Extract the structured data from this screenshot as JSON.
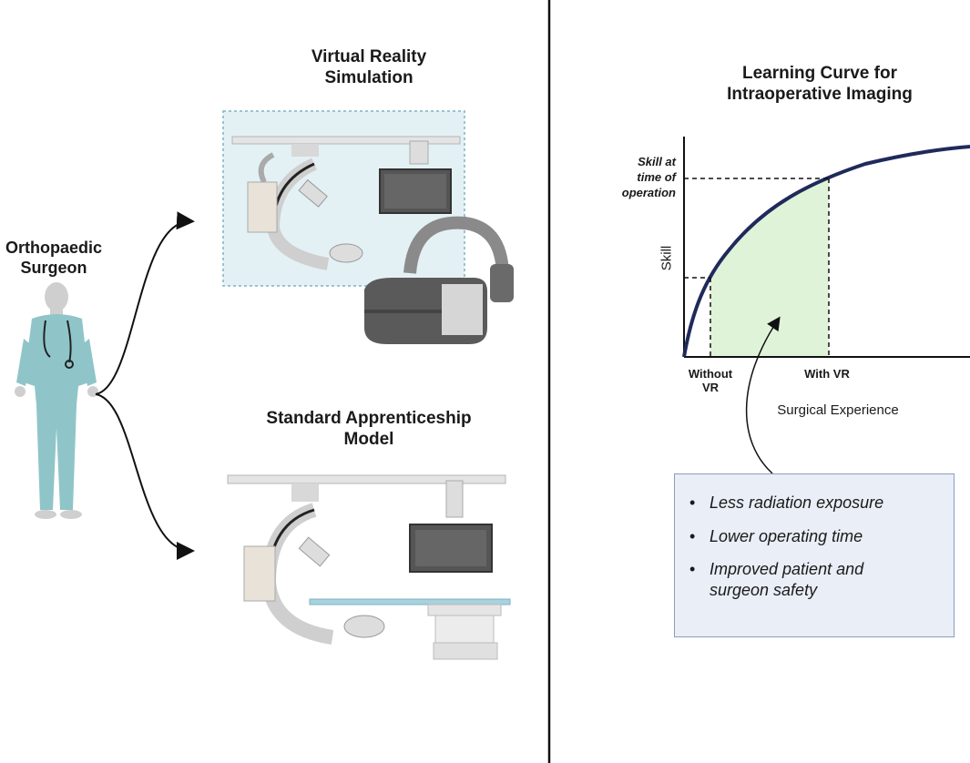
{
  "left_panel": {
    "surgeon_label": "Orthopaedic Surgeon",
    "vr_title": "Virtual Reality Simulation",
    "standard_title": "Standard Apprenticeship Model"
  },
  "right_panel": {
    "title": "Learning Curve for Intraoperative Imaging",
    "y_axis_label": "Skill",
    "x_axis_label": "Surgical Experience",
    "skill_at_operation_label": "Skill at time of operation",
    "without_vr_label": "Without VR",
    "with_vr_label": "With VR",
    "benefits": [
      "Less radiation exposure",
      "Lower operating time",
      "Improved patient and surgeon safety"
    ]
  },
  "colors": {
    "curve": "#1f2a5c",
    "shaded_area": "#dff3d8",
    "benefits_box_fill": "#e9eef7",
    "benefits_box_border": "#8a9fbd",
    "vr_box_fill": "#e3f1f5",
    "scrubs": "#8fc5c8"
  }
}
